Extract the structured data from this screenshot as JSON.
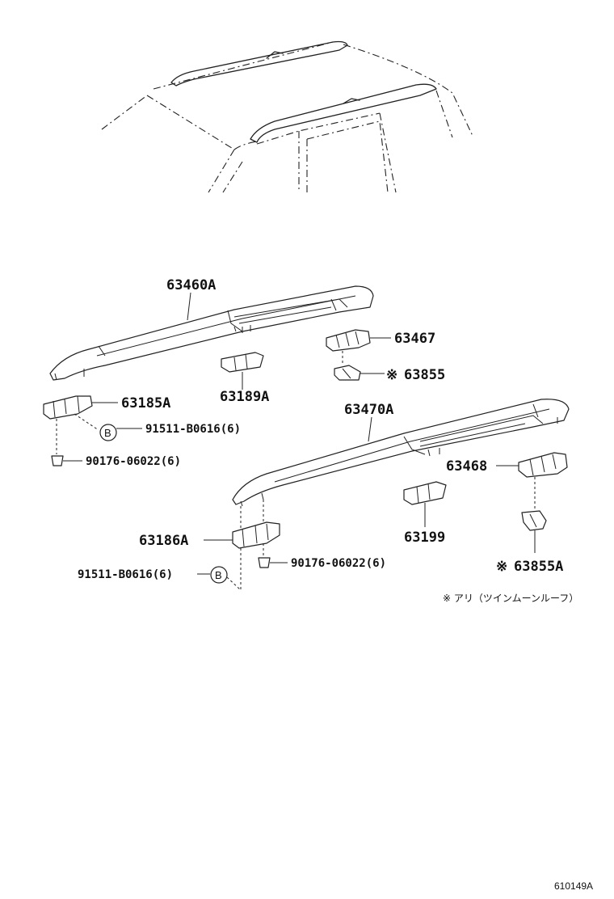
{
  "labels": {
    "rail_left": "63460A",
    "bracket_63467": "63467",
    "bracket_63855": "63855",
    "support_63185a": "63185A",
    "screw_b_1": "91511-B0616(6)",
    "nut_1": "90176-06022(6)",
    "cover_63189a": "63189A",
    "rail_right": "63470A",
    "bracket_63468": "63468",
    "support_63186a": "63186A",
    "cover_63199": "63199",
    "nut_2": "90176-06022(6)",
    "screw_b_2": "91511-B0616(6)",
    "bracket_63855a": "63855A"
  },
  "symbols": {
    "asterisk": "※",
    "bolt_ref": "B"
  },
  "note": "※ アリ（ツインムーンルーフ）",
  "diagram_code": "610149A"
}
